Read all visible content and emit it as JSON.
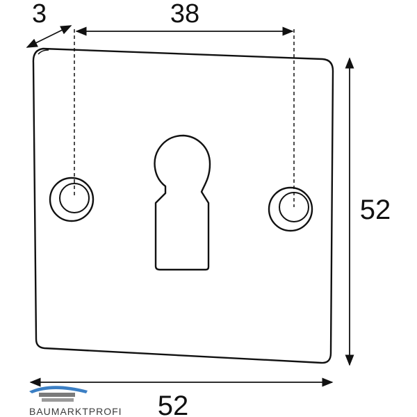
{
  "drawing": {
    "dimensions": {
      "thickness": "3",
      "hole_spacing": "38",
      "height": "52",
      "width": "52"
    },
    "brand": {
      "name": "BAUMARKTPROFI"
    },
    "colors": {
      "line": "#111111",
      "logo_blue": "#3b7fc4",
      "logo_gray": "#7a7a7a"
    }
  }
}
